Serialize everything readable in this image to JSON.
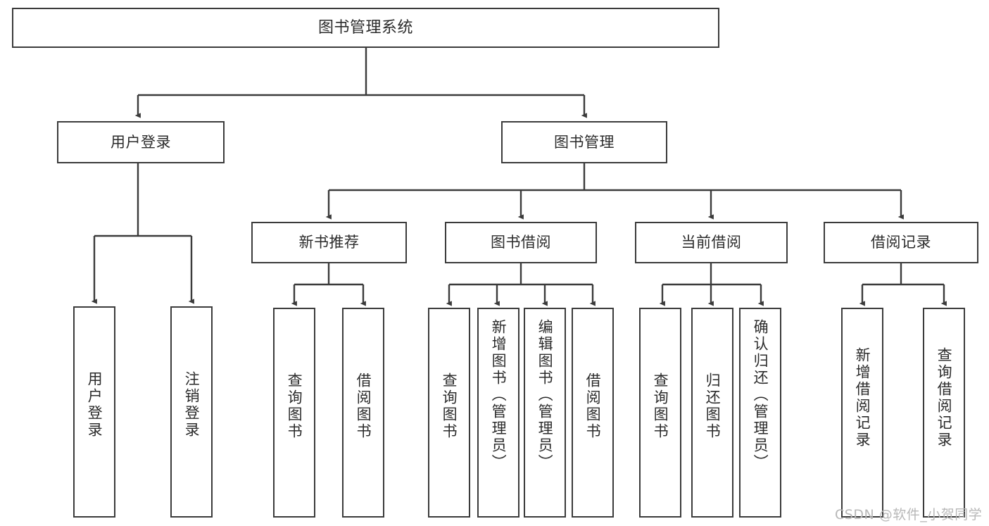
{
  "diagram": {
    "type": "tree",
    "title": "图书管理系统",
    "watermark": "CSDN @软件_小贺同学",
    "colors": {
      "stroke": "#3b3b3b",
      "background": "#ffffff",
      "text": "#2b2b2b",
      "watermark": "#b8b8b8"
    },
    "nodes": {
      "root": {
        "label": "图书管理系统"
      },
      "level2": [
        {
          "label": "用户登录"
        },
        {
          "label": "图书管理"
        }
      ],
      "level3": [
        {
          "label": "新书推荐"
        },
        {
          "label": "图书借阅"
        },
        {
          "label": "当前借阅"
        },
        {
          "label": "借阅记录"
        }
      ],
      "leaves": {
        "user_login": [
          {
            "label": "用户登录"
          },
          {
            "label": "注销登录"
          }
        ],
        "new_book": [
          {
            "label": "查询图书"
          },
          {
            "label": "借阅图书"
          }
        ],
        "borrow": [
          {
            "label": "查询图书"
          },
          {
            "label": "新增图书（管理员）"
          },
          {
            "label": "编辑图书（管理员）"
          },
          {
            "label": "借阅图书"
          }
        ],
        "current": [
          {
            "label": "查询图书"
          },
          {
            "label": "归还图书"
          },
          {
            "label": "确认归还（管理员）"
          }
        ],
        "records": [
          {
            "label": "新增借阅记录"
          },
          {
            "label": "查询借阅记录"
          }
        ]
      }
    }
  }
}
